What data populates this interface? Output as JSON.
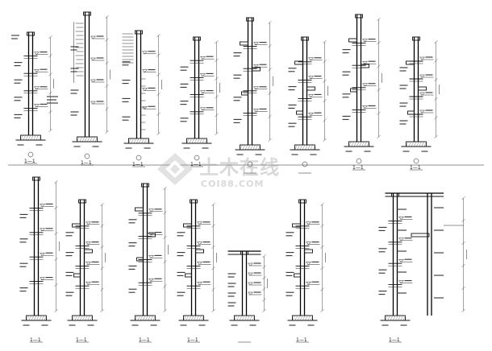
{
  "watermark": {
    "cn": "土木在线",
    "en": "COI88.COM"
  },
  "sections": [
    {
      "id": 1,
      "cut_label": "1—1"
    },
    {
      "id": 2,
      "cut_label": "1—1"
    },
    {
      "id": 3,
      "cut_label": "1—1"
    },
    {
      "id": 4,
      "cut_label": "1—1"
    },
    {
      "id": 5,
      "cut_label": ""
    },
    {
      "id": 6,
      "cut_label": ""
    },
    {
      "id": 7,
      "cut_label": "1—1"
    },
    {
      "id": 8,
      "cut_label": "1—1"
    },
    {
      "id": 9,
      "cut_label": "1—1"
    },
    {
      "id": 10,
      "cut_label": "1—1"
    },
    {
      "id": 11,
      "cut_label": "1—1"
    },
    {
      "id": 12,
      "cut_label": "1—1"
    },
    {
      "id": 13,
      "cut_label": ""
    },
    {
      "id": 14,
      "cut_label": "1—1"
    }
  ],
  "colors": {
    "line": "#111111",
    "background": "#ffffff",
    "watermark": "#9a9a9a"
  }
}
